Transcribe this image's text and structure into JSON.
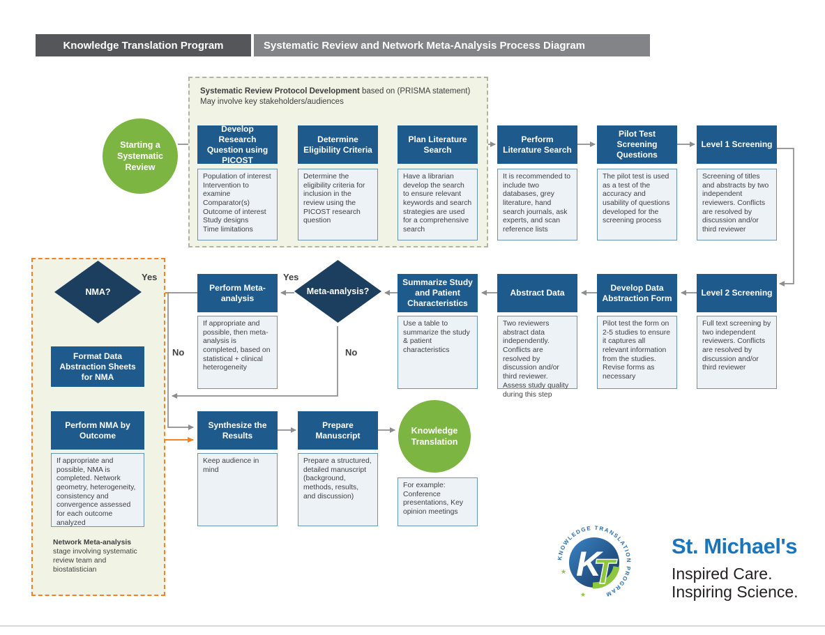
{
  "colors": {
    "node_blue": "#1e5a8c",
    "diamond_navy": "#1c3f60",
    "green": "#7cb542",
    "orange": "#f58220",
    "arrow_gray": "#8b8d90",
    "header_dark": "#55565a",
    "header_gray": "#828487",
    "zone_bg": "#f1f3e4",
    "stmichaels_blue": "#1b75bc"
  },
  "header": {
    "program": "Knowledge Translation Program",
    "title": "Systematic Review and Network Meta-Analysis Process Diagram"
  },
  "protocol_note": {
    "bold": "Systematic Review Protocol Development",
    "rest": " based on (PRISMA statement) May involve key stakeholders/audiences"
  },
  "start_circle": {
    "label": "Starting a Systematic Review"
  },
  "row1": [
    {
      "title": "Develop Research Question using PICOST",
      "desc": "Population of interest\nIntervention to examine\nComparator(s)\nOutcome of interest\nStudy designs\nTime limitations"
    },
    {
      "title": "Determine Eligibility Criteria",
      "desc": "Determine the eligibility criteria for inclusion in the review using the PICOST research question"
    },
    {
      "title": "Plan Literature Search",
      "desc": "Have a librarian develop the search to ensure relevant keywords and search strategies are used for a comprehensive search"
    },
    {
      "title": "Perform Literature Search",
      "desc": "It is recommended to include two databases, grey literature, hand search journals, ask experts, and scan reference lists"
    },
    {
      "title": "Pilot Test Screening Questions",
      "desc": "The pilot test is used as a test of the accuracy and usability of questions developed for the screening process"
    },
    {
      "title": "Level 1 Screening",
      "desc": "Screening of titles and abstracts by two independent reviewers. Conflicts are resolved by discussion and/or third reviewer"
    }
  ],
  "row2": {
    "level2": {
      "title": "Level 2 Screening",
      "desc": "Full text screening by two independent reviewers. Conflicts are resolved by discussion and/or third reviewer"
    },
    "develop_form": {
      "title": "Develop Data Abstraction Form",
      "desc": "Pilot test the form on 2-5 studies to ensure it captures all relevant information from the studies. Revise forms as necessary"
    },
    "abstract": {
      "title": "Abstract Data",
      "desc": "Two reviewers abstract data independently. Conflicts are resolved by discussion and/or third reviewer. Assess study quality during this step"
    },
    "summarize": {
      "title": "Summarize Study and Patient Characteristics",
      "desc": "Use a table to summarize the study & patient characteristics"
    },
    "meta_diamond": "Meta-analysis?",
    "perform_ma": {
      "title": "Perform Meta-analysis",
      "desc": "If appropriate and possible, then meta-analysis is completed, based on statistical + clinical heterogeneity"
    }
  },
  "labels": {
    "meta_yes": "Yes",
    "meta_no": "No",
    "nma_yes": "Yes",
    "nma_no": "No"
  },
  "nma_stage": {
    "diamond": "NMA?",
    "format_box": "Format Data Abstraction Sheets for NMA",
    "perform_box": "Perform NMA by Outcome",
    "perform_desc": "If appropriate and possible, NMA is completed. Network geometry, heterogeneity, consistency and convergence assessed for each outcome analyzed",
    "note_bold": "Network Meta-analysis",
    "note_rest": " stage involving systematic review team and biostatistician"
  },
  "row3": {
    "synthesize": {
      "title": "Synthesize the Results",
      "desc": "Keep audience in mind"
    },
    "prepare": {
      "title": "Prepare Manuscript",
      "desc": "Prepare a structured, detailed manuscript (background, methods, results, and discussion)"
    },
    "kt_circle": {
      "label": "Knowledge Translation",
      "desc": "For example: Conference presentations, Key opinion meetings"
    }
  },
  "branding": {
    "kt_logo": {
      "ring_text": "KNOWLEDGE TRANSLATION PROGRAM",
      "star": "★",
      "k": "K",
      "t": "T"
    },
    "hospital": "St. Michael's",
    "tagline1": "Inspired Care.",
    "tagline2": "Inspiring Science."
  }
}
